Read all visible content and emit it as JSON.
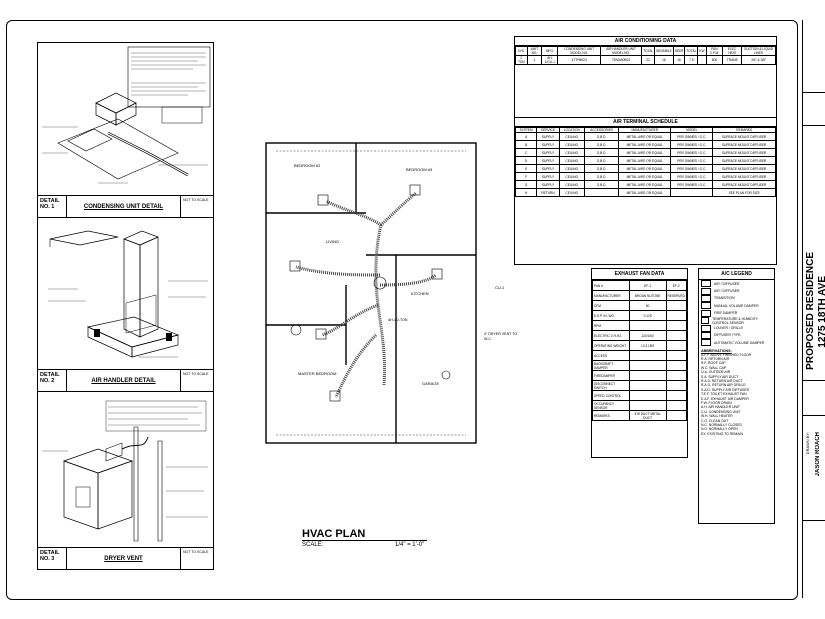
{
  "details": [
    {
      "label": "DETAIL NO. 1",
      "title": "CONDENSING UNIT DETAIL",
      "scale": "NOT TO SCALE"
    },
    {
      "label": "DETAIL NO. 2",
      "title": "AIR HANDLER DETAIL",
      "scale": "NOT TO SCALE"
    },
    {
      "label": "DETAIL NO. 3",
      "title": "DRYER VENT",
      "scale": "NOT TO SCALE"
    }
  ],
  "plan": {
    "title": "HVAC PLAN",
    "scale_label": "SCALE:",
    "scale_value": "1/4\" = 1'-0\"",
    "rooms": [
      "BEDROOM #2",
      "BEDROOM #3",
      "LIVING",
      "KITCHEN",
      "MASTER BEDROOM",
      "GARAGE"
    ],
    "callout_cu": "CU-1",
    "callout_dryer": "4\" DRYER VENT TO W.C.",
    "callout_ah": "AH-1 2-TON"
  },
  "ac_data": {
    "title": "AIR CONDITIONING DATA",
    "headers": [
      "SYS.",
      "UNIT NO.",
      "MFG.",
      "CONDENSING UNIT MODEL NO.",
      "AIR HANDLER UNIT MODEL NO.",
      "TOTAL",
      "SENSIBLE",
      "SEER",
      "TOTAL",
      "KW",
      "FAN C.F.M.",
      "ELEC. HEAT",
      "SUCTION & LIQUID LINES"
    ],
    "row": [
      "2 TON",
      "1",
      "AH-1/CU-1",
      "TRANE",
      "4TTR6024",
      "TEM4A0B24",
      "22",
      "16",
      "16",
      "7.5",
      "-",
      "800",
      "3/4\" & 3/8\""
    ]
  },
  "terminal": {
    "title": "AIR TERMINAL SCHEDULE",
    "headers": [
      "SYSTEM",
      "SERVICE",
      "LOCATION",
      "ACCESSORIES",
      "MANUFACTURER",
      "MODEL",
      "REMARKS"
    ],
    "rows": [
      [
        "A",
        "SUPPLY",
        "CEILING",
        "O.B.D.",
        "METAL-AIRE OR EQUAL",
        "PER OWNER / G.C.",
        "SURFACE MOUNT DIFFUSER"
      ],
      [
        "B",
        "SUPPLY",
        "CEILING",
        "O.B.D.",
        "METAL-AIRE OR EQUAL",
        "PER OWNER / G.C.",
        "SURFACE MOUNT DIFFUSER"
      ],
      [
        "C",
        "SUPPLY",
        "CEILING",
        "O.B.D.",
        "METAL-AIRE OR EQUAL",
        "PER OWNER / G.C.",
        "SURFACE MOUNT DIFFUSER"
      ],
      [
        "D",
        "SUPPLY",
        "CEILING",
        "O.B.D.",
        "METAL-AIRE OR EQUAL",
        "PER OWNER / G.C.",
        "SURFACE MOUNT DIFFUSER"
      ],
      [
        "E",
        "SUPPLY",
        "CEILING",
        "O.B.D.",
        "METAL-AIRE OR EQUAL",
        "PER OWNER / G.C.",
        "SURFACE MOUNT DIFFUSER"
      ],
      [
        "F",
        "SUPPLY",
        "CEILING",
        "O.B.D.",
        "METAL-AIRE OR EQUAL",
        "PER OWNER / G.C.",
        "SURFACE MOUNT DIFFUSER"
      ],
      [
        "G",
        "SUPPLY",
        "CEILING",
        "O.B.D.",
        "METAL-AIRE OR EQUAL",
        "PER OWNER / G.C.",
        "SURFACE MOUNT DIFFUSER"
      ],
      [
        "H",
        "RETURN",
        "CEILING",
        "",
        "METAL-AIRE OR EQUAL",
        "",
        "SEE PLAN FOR SIZE"
      ]
    ]
  },
  "exhaust": {
    "title": "EXHAUST FAN DATA",
    "rows": [
      [
        "FAN #",
        "EF-1",
        "EF-2"
      ],
      [
        "MANUFACTURER",
        "BROAN NUTONE",
        "RESERVED"
      ],
      [
        "CFM",
        "50",
        ""
      ],
      [
        "E.S.P. IN. WG.",
        "0.125",
        ""
      ],
      [
        "RPM",
        "",
        ""
      ],
      [
        "ELECTRIC V-H-HZ",
        "120/1/60",
        ""
      ],
      [
        "OPERATING WEIGHT",
        "10.3 LBS",
        ""
      ],
      [
        "ACCESS",
        "",
        ""
      ],
      [
        "BACKDRAFT DAMPER",
        "",
        ""
      ],
      [
        "FIREDAMPER",
        "",
        ""
      ],
      [
        "DISCONNECT SWITCH",
        "",
        ""
      ],
      [
        "SPEED CONTROL",
        "",
        ""
      ],
      [
        "OCCUPANCY SENSOR",
        "",
        ""
      ],
      [
        "REMARKS",
        "4\"Ø DUCT METAL DUCT",
        ""
      ]
    ]
  },
  "legend": {
    "title": "A/C LEGEND",
    "items": [
      "AIR / DIFFUSER",
      "AIR / DIFFUSER",
      "TRANSITION",
      "MANUAL VOLUME DAMPER",
      "FIRE DAMPER",
      "TEMPERATURE & HUMIDITY CONTROL SENSOR",
      "LOUVER / GRILLE",
      "DIFFUSER TYPE",
      "AUTOMATIC VOLUME DAMPER"
    ],
    "abbreviations_title": "ABBREVIATIONS:",
    "abbreviations": [
      "A.F.F. ABOVE FINISHED FLOOR",
      "R.A. RETURN AIR",
      "R.F. ROOF CAP",
      "W.C. WALL CAP",
      "O.A. OUTSIDE AIR",
      "S.A. SUPPLY AIR DUCT",
      "R.A.D. RETURN AIR DUCT",
      "R.A.G. RETURN AIR GRILLE",
      "S.A.D. SUPPLY AIR DIFFUSER",
      "T.E.F. TOILET EXHAUST FAN",
      "E.A.F. EXHAUST AIR DAMPER",
      "F.W. FLOOR DRAIN",
      "A.H. AIR HANDLER UNIT",
      "C.U. CONDENSING UNIT",
      "W.H. WALL HEATER",
      "C.O. CLEAN OUT",
      "N.C. NORMALLY CLOSED",
      "N.O. NORMALLY OPEN",
      "EX. EXISTING TO REMAIN"
    ]
  },
  "titleblock": {
    "project": "PROPOSED RESIDENCE",
    "address": "1275 18TH AVE",
    "drawn_label": "DRAWN BY:",
    "drawn_by": "JASON ROACH"
  }
}
